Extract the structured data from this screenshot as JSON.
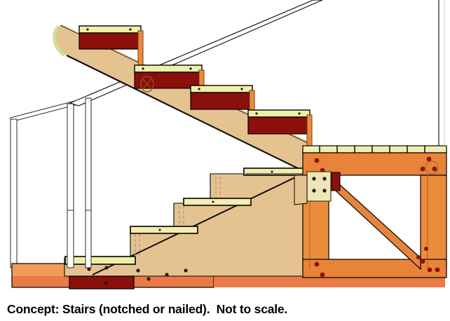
{
  "caption": {
    "text": "Concept: Stairs (notched or nailed).  Not to scale."
  },
  "diagram": {
    "title": "Stairs notched or nailed construction section",
    "palette": {
      "background": "#ffffff",
      "outline": "#000000",
      "stringer_tan": "#e5c391",
      "stringer_tan_light": "#eacfa4",
      "tread_pale": "#eff0a8",
      "tread_cream": "#f2edb0",
      "riser_dark_red": "#8b0f0b",
      "riser_deep_red": "#6e0a08",
      "post_orange": "#e98d3c",
      "beam_orange": "#e8833a",
      "sill_orange_light": "#ef9b57",
      "sill_orange_deep": "#ea7a46",
      "hanger_cream": "#eee6b8",
      "bolt_dark_red": "#8a1405",
      "rail_white": "#ffffff",
      "nail_dash": "#a98b55",
      "green_tint": "#c7d98a"
    },
    "parts": [
      {
        "name": "upper-stringer",
        "label": "Sloped stair stringer (notched)"
      },
      {
        "name": "upper-treads",
        "label": "Upper treads with red riser faces"
      },
      {
        "name": "lower-treads",
        "label": "Lower notched treads"
      },
      {
        "name": "handrail",
        "label": "Handrail (two parallel lines)"
      },
      {
        "name": "rail-posts",
        "label": "Vertical rail posts"
      },
      {
        "name": "deck-frame",
        "label": "Timber deck frame with posts and diagonal brace"
      },
      {
        "name": "deck-boards",
        "label": "Deck boards on top beam"
      },
      {
        "name": "sill-plate",
        "label": "Bottom sill plate"
      },
      {
        "name": "joist-hanger",
        "label": "Metal joist hanger plate"
      }
    ],
    "counts": {
      "upper_treads": 4,
      "lower_treads": 4,
      "deck_boards": 8,
      "frame_posts": 3,
      "diagonal_braces": 1
    }
  }
}
